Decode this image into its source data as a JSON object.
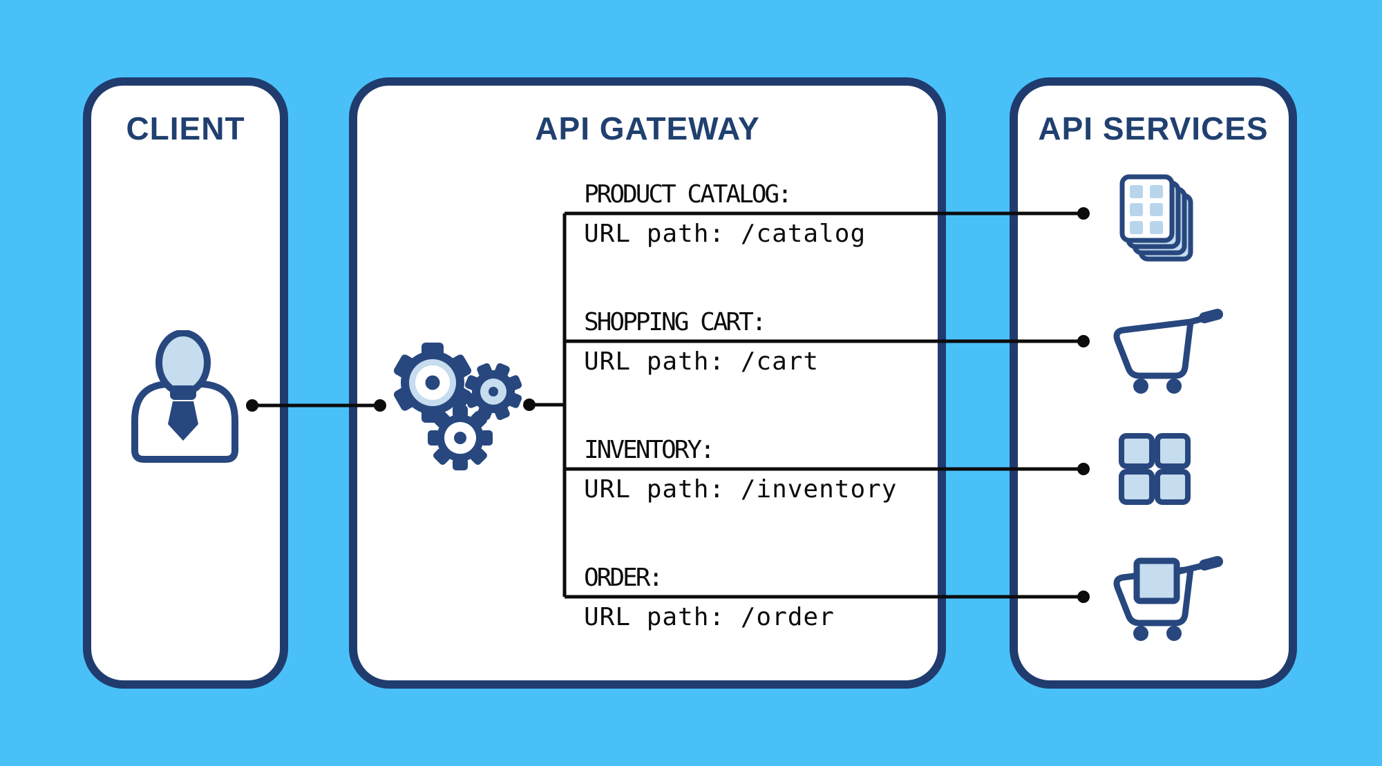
{
  "client": {
    "title": "CLIENT",
    "icon": "person-icon"
  },
  "gateway": {
    "title": "API GATEWAY",
    "icon": "gears-icon",
    "routes": [
      {
        "service": "PRODUCT CATALOG:",
        "path": "URL path: /catalog"
      },
      {
        "service": "SHOPPING CART:",
        "path": "URL path: /cart"
      },
      {
        "service": "INVENTORY:",
        "path": "URL path: /inventory"
      },
      {
        "service": "ORDER:",
        "path": "URL path: /order"
      }
    ]
  },
  "services": {
    "title": "API SERVICES",
    "items": [
      {
        "icon": "catalog-pages-icon"
      },
      {
        "icon": "shopping-cart-icon"
      },
      {
        "icon": "inventory-grid-icon"
      },
      {
        "icon": "order-cart-icon"
      }
    ]
  },
  "colors": {
    "background": "#49C1F8",
    "panel_border": "#203C6E",
    "title_navy": "#20406F",
    "icon_navy": "#27477E",
    "icon_light_blue": "#C6DCEF",
    "grid_square_blue": "#B9D5EC",
    "line_black": "#0c0c0c",
    "white": "#ffffff"
  }
}
